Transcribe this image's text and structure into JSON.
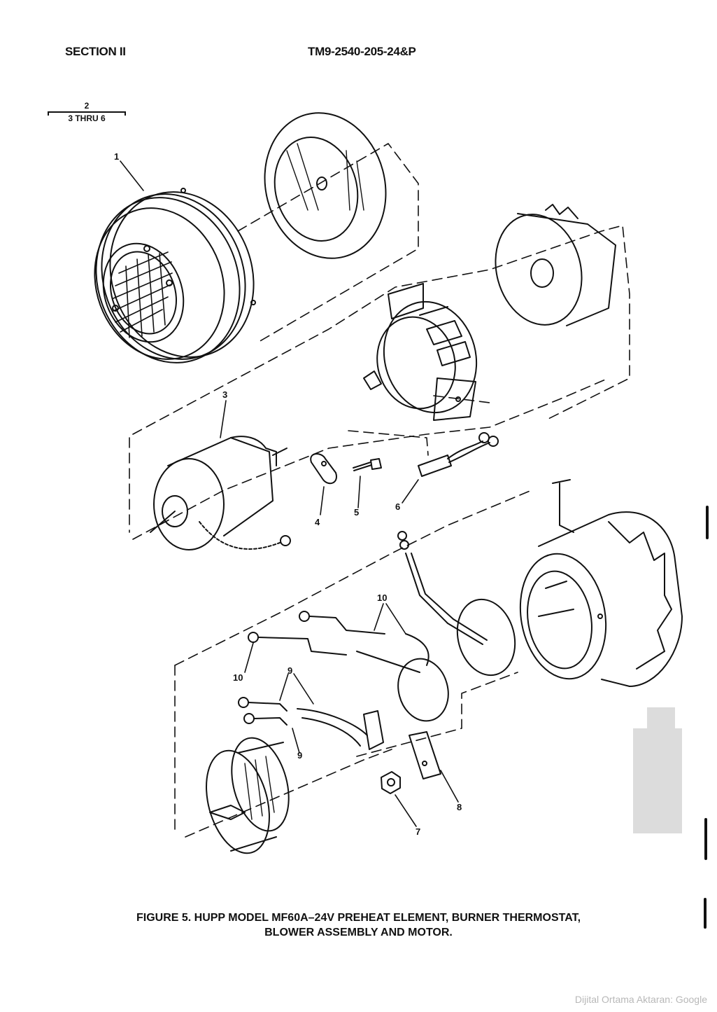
{
  "header": {
    "section": "SECTION II",
    "tm_number": "TM9-2540-205-24&P"
  },
  "fraction": {
    "numerator": "2",
    "denominator": "3 THRU 6"
  },
  "callouts": [
    "1",
    "3",
    "4",
    "5",
    "6",
    "10",
    "10",
    "9",
    "9",
    "8",
    "7"
  ],
  "caption": {
    "line1": "FIGURE 5.  HUPP MODEL MF60A–24V PREHEAT ELEMENT, BURNER THERMOSTAT,",
    "line2": "BLOWER ASSEMBLY AND MOTOR."
  },
  "watermark": "Dijital Ortama Aktaran: Google"
}
